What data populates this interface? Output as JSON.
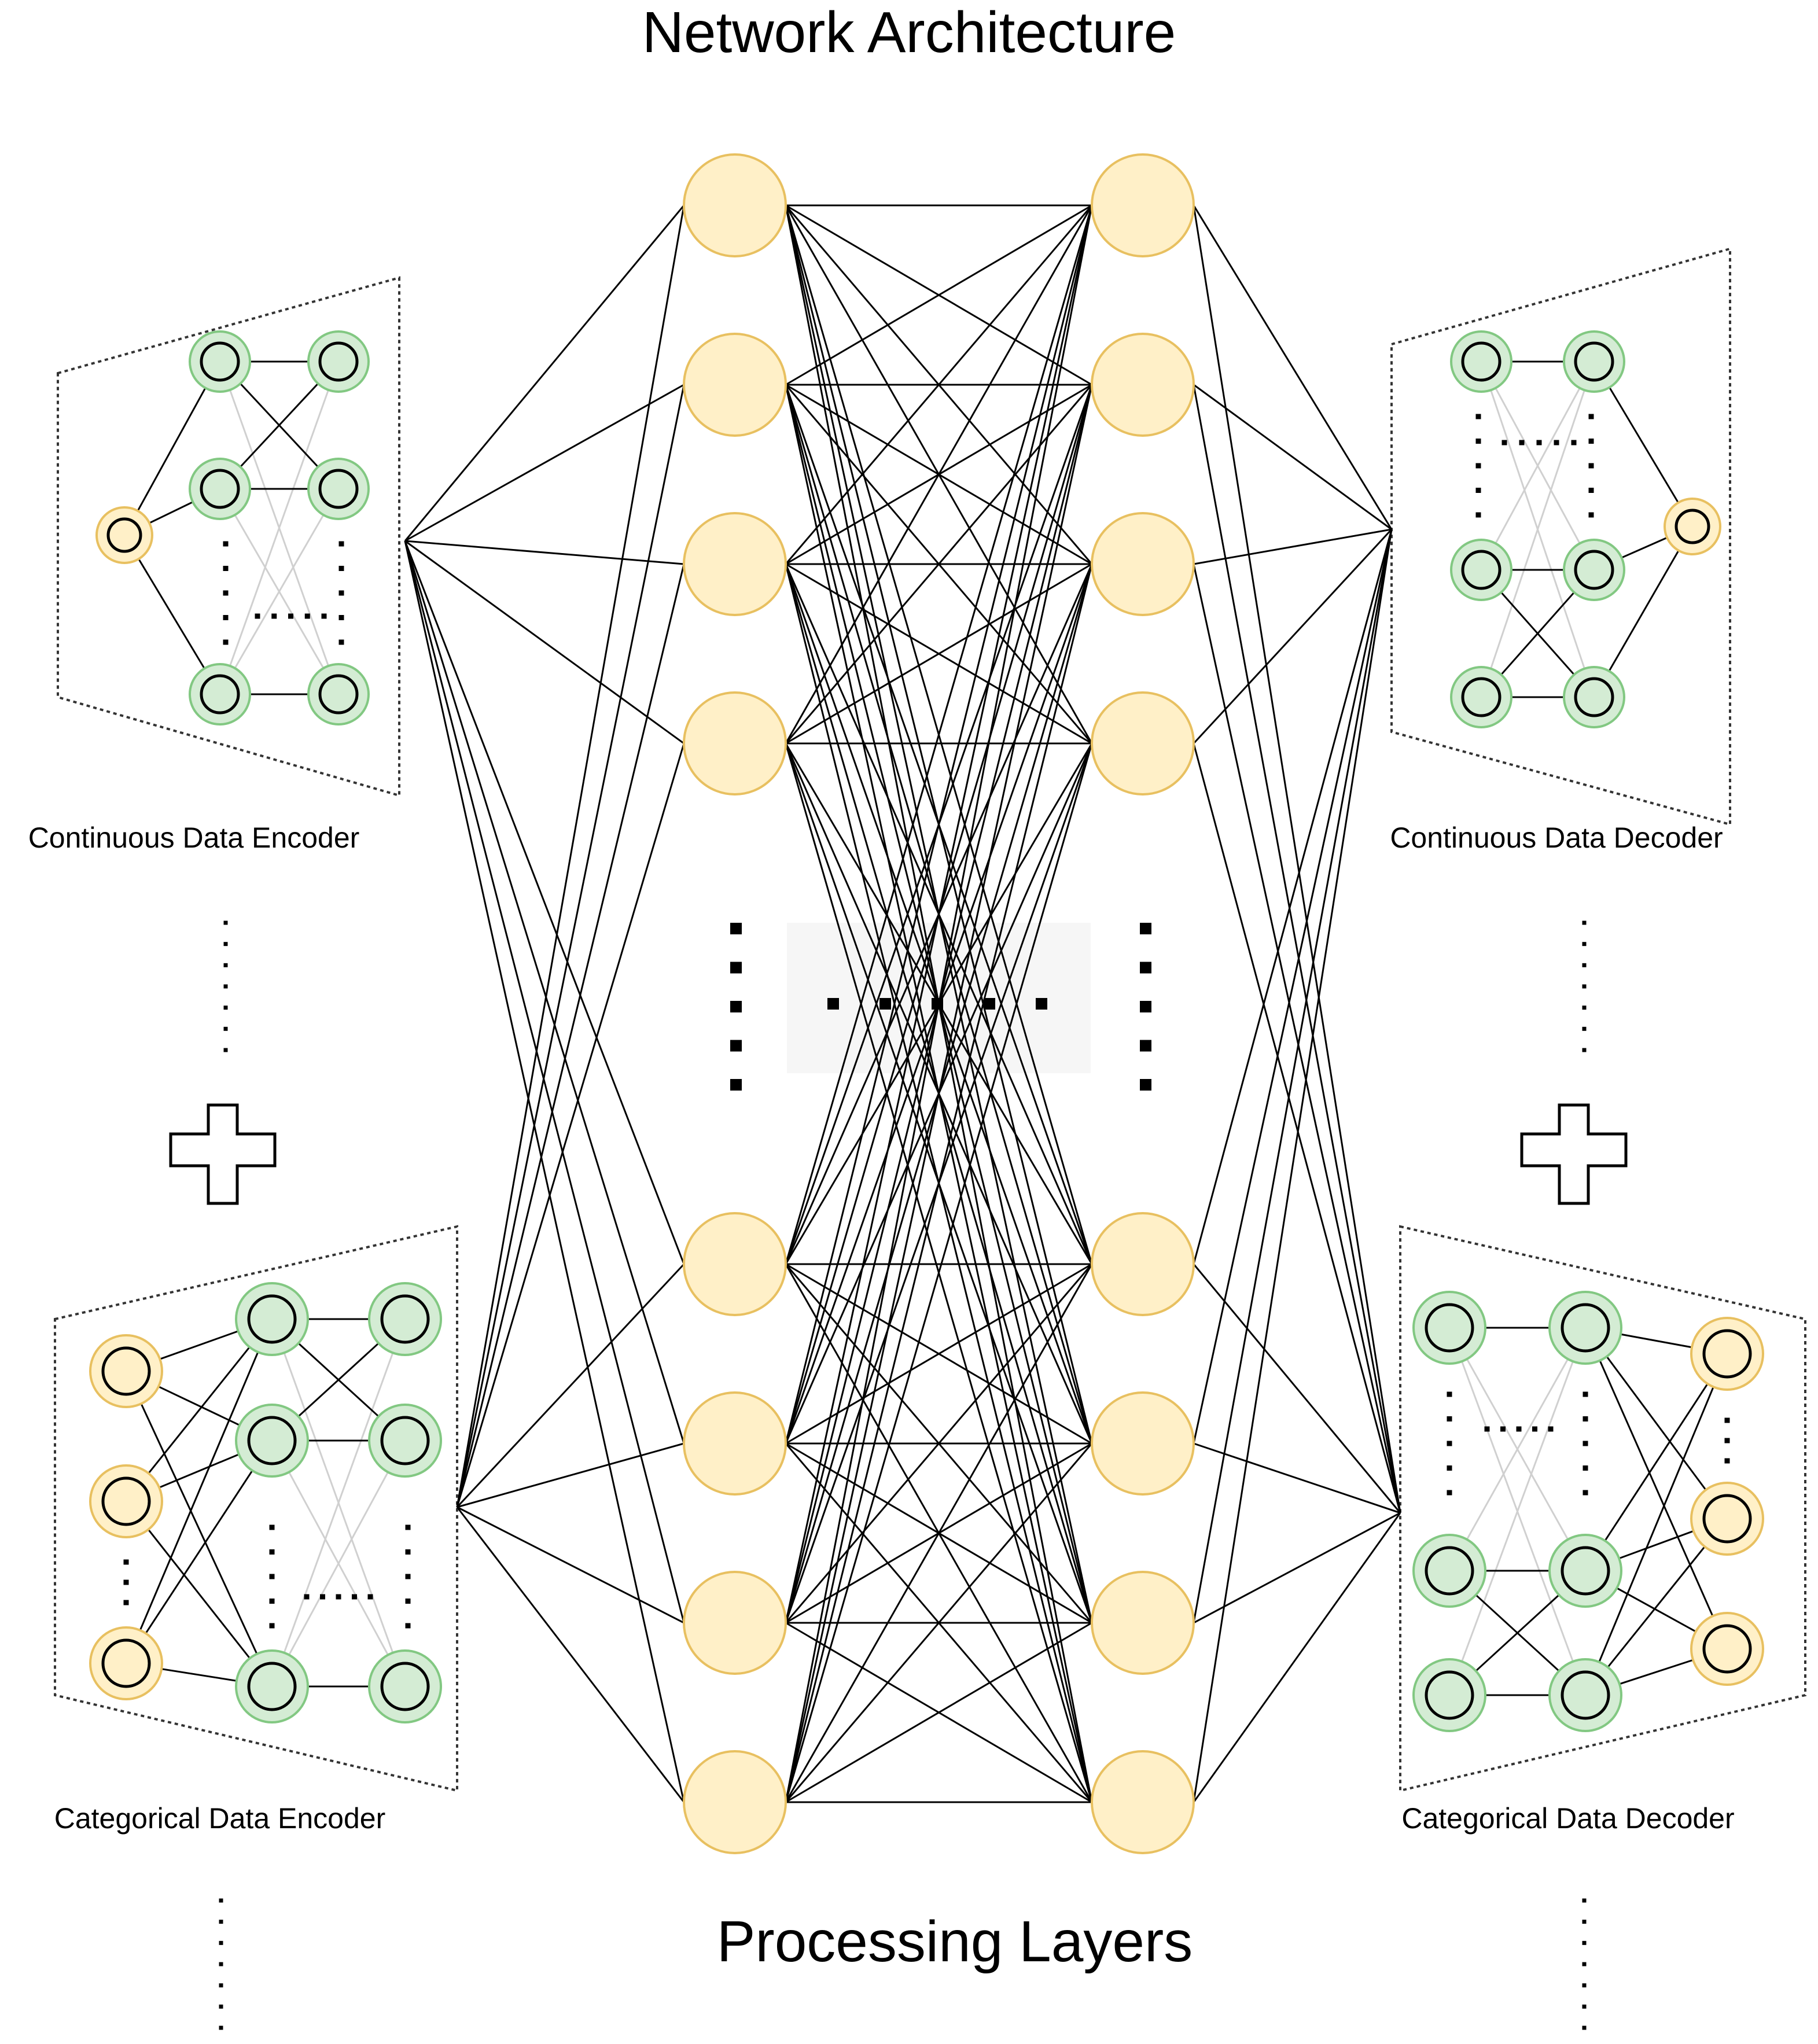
{
  "title": "Network Architecture",
  "footer_label": "Processing Layers",
  "modules": {
    "continuous_encoder": {
      "label": "Continuous Data Encoder"
    },
    "categorical_encoder": {
      "label": "Categorical Data Encoder"
    },
    "continuous_decoder": {
      "label": "Continuous Data Decoder"
    },
    "categorical_decoder": {
      "label": "Categorical Data Decoder"
    }
  },
  "colors": {
    "yellow_fill": "#fff0c8",
    "yellow_stroke": "#e8c060",
    "green_fill": "#d4ecd4",
    "green_stroke": "#82c882",
    "line": "#000000",
    "faint_line": "#d0d0d0",
    "dashed_border": "#333333"
  },
  "icons": {
    "plus": "plus-icon",
    "ellipsis": "vertical-ellipsis-icon"
  }
}
